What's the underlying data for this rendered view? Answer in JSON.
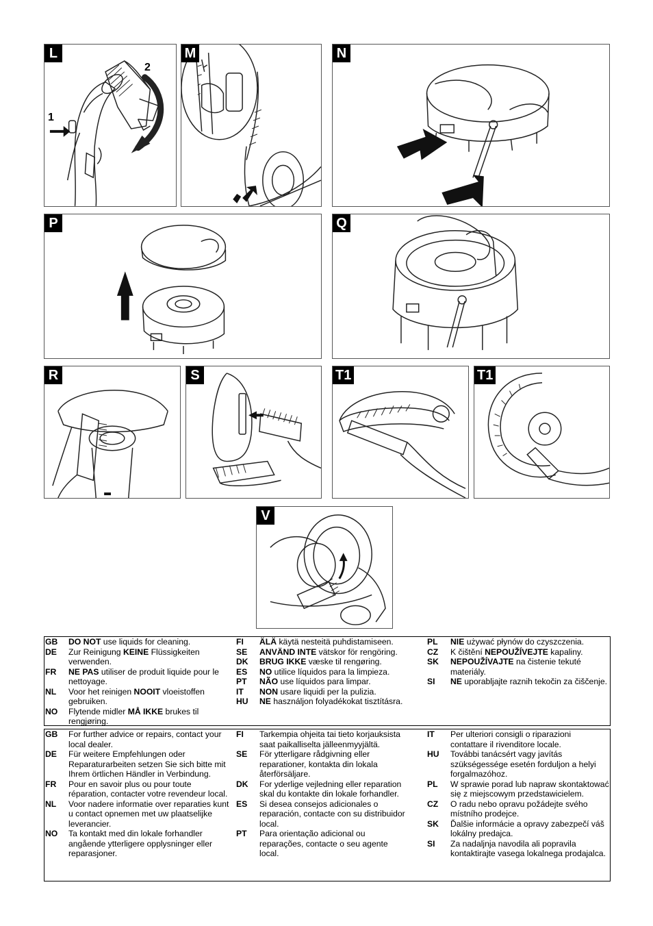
{
  "figures": {
    "L": {
      "label": "L",
      "markers": [
        "1",
        "2"
      ]
    },
    "M": {
      "label": "M"
    },
    "N": {
      "label": "N"
    },
    "P": {
      "label": "P"
    },
    "Q": {
      "label": "Q"
    },
    "R": {
      "label": "R"
    },
    "S": {
      "label": "S"
    },
    "T1a": {
      "label": "T1"
    },
    "T1b": {
      "label": "T1"
    },
    "V": {
      "label": "V"
    }
  },
  "no_liquids": {
    "col1": [
      {
        "code": "GB",
        "strong": "DO NOT",
        "rest": " use liquids for cleaning."
      },
      {
        "code": "DE",
        "pre": "Zur Reinigung ",
        "strong": "KEINE",
        "rest": " Flüssigkeiten verwenden."
      },
      {
        "code": "FR",
        "strong": "NE PAS",
        "rest": " utiliser de produit liquide pour le nettoyage."
      },
      {
        "code": "NL",
        "pre": "Voor het reinigen ",
        "strong": "NOOIT",
        "rest": " vloeistoffen gebruiken."
      },
      {
        "code": "NO",
        "pre": "Flytende midler ",
        "strong": "MÅ IKKE",
        "rest": " brukes til rengjøring."
      }
    ],
    "col2": [
      {
        "code": "FI",
        "strong": "ÄLÄ",
        "rest": " käytä nesteitä puhdistamiseen."
      },
      {
        "code": "SE",
        "strong": "ANVÄND INTE",
        "rest": " vätskor för rengöring."
      },
      {
        "code": "DK",
        "strong": "BRUG IKKE",
        "rest": " væske til rengøring."
      },
      {
        "code": "ES",
        "strong": "NO",
        "rest": " utilice líquidos para la limpieza."
      },
      {
        "code": "PT",
        "strong": "NÃO",
        "rest": " use líquidos para limpar."
      },
      {
        "code": "IT",
        "strong": "NON",
        "rest": " usare liquidi per la pulizia."
      },
      {
        "code": "HU",
        "strong": "NE",
        "rest": " használjon folyadékokat tisztításra."
      }
    ],
    "col3": [
      {
        "code": "PL",
        "strong": "NIE",
        "rest": " używać płynów do czyszczenia."
      },
      {
        "code": "CZ",
        "pre": "K čištění ",
        "strong": "NEPOUŽÍVEJTE",
        "rest": " kapaliny."
      },
      {
        "code": "SK",
        "strong": "NEPOUŽÍVAJTE",
        "rest": " na čistenie tekuté materiály."
      },
      {
        "code": "SI",
        "strong": "NE",
        "rest": " uporabljajte raznih tekočin za čiščenje."
      }
    ]
  },
  "advice": {
    "col1": [
      {
        "code": "GB",
        "rest": "For further advice or repairs, contact your local dealer."
      },
      {
        "code": "DE",
        "rest": "Für weitere Empfehlungen oder Reparaturarbeiten setzen Sie sich bitte mit Ihrem örtlichen Händler in Verbindung."
      },
      {
        "code": "FR",
        "rest": "Pour en savoir plus ou pour toute réparation, contacter votre revendeur local."
      },
      {
        "code": "NL",
        "rest": "Voor nadere informatie over reparaties kunt u contact opnemen met uw plaatselijke leverancier."
      },
      {
        "code": "NO",
        "rest": "Ta kontakt med din lokale forhandler angående ytterligere opplysninger eller reparasjoner."
      }
    ],
    "col2": [
      {
        "code": "FI",
        "rest": "Tarkempia ohjeita tai tieto korjauksista saat paikalliselta jälleenmyyjältä."
      },
      {
        "code": "SE",
        "rest": "För ytterligare rådgivning eller reparationer, kontakta din lokala återförsäljare."
      },
      {
        "code": "DK",
        "rest": "For yderlige vejledning eller reparation skal du kontakte din lokale forhandler."
      },
      {
        "code": "ES",
        "rest": "Si desea consejos adicionales o reparación, contacte con su distribuidor local."
      },
      {
        "code": "PT",
        "rest": "Para orientação adicional ou reparações, contacte o seu agente local."
      }
    ],
    "col3": [
      {
        "code": "IT",
        "rest": "Per ulteriori consigli o riparazioni contattare il rivenditore locale."
      },
      {
        "code": "HU",
        "rest": "További tanácsért vagy javítás szükségessége esetén forduljon a helyi forgalmazóhoz."
      },
      {
        "code": "PL",
        "rest": "W sprawie porad lub napraw skontaktować się z miejscowym przedstawicielem."
      },
      {
        "code": "CZ",
        "rest": "O radu nebo opravu požádejte svého místního prodejce."
      },
      {
        "code": "SK",
        "rest": "Ďalšie informácie a opravy zabezpečí váš lokálny predajca."
      },
      {
        "code": "SI",
        "rest": "Za nadaljnja navodila ali popravila kontaktirajte vasega lokalnega prodajalca."
      }
    ]
  }
}
